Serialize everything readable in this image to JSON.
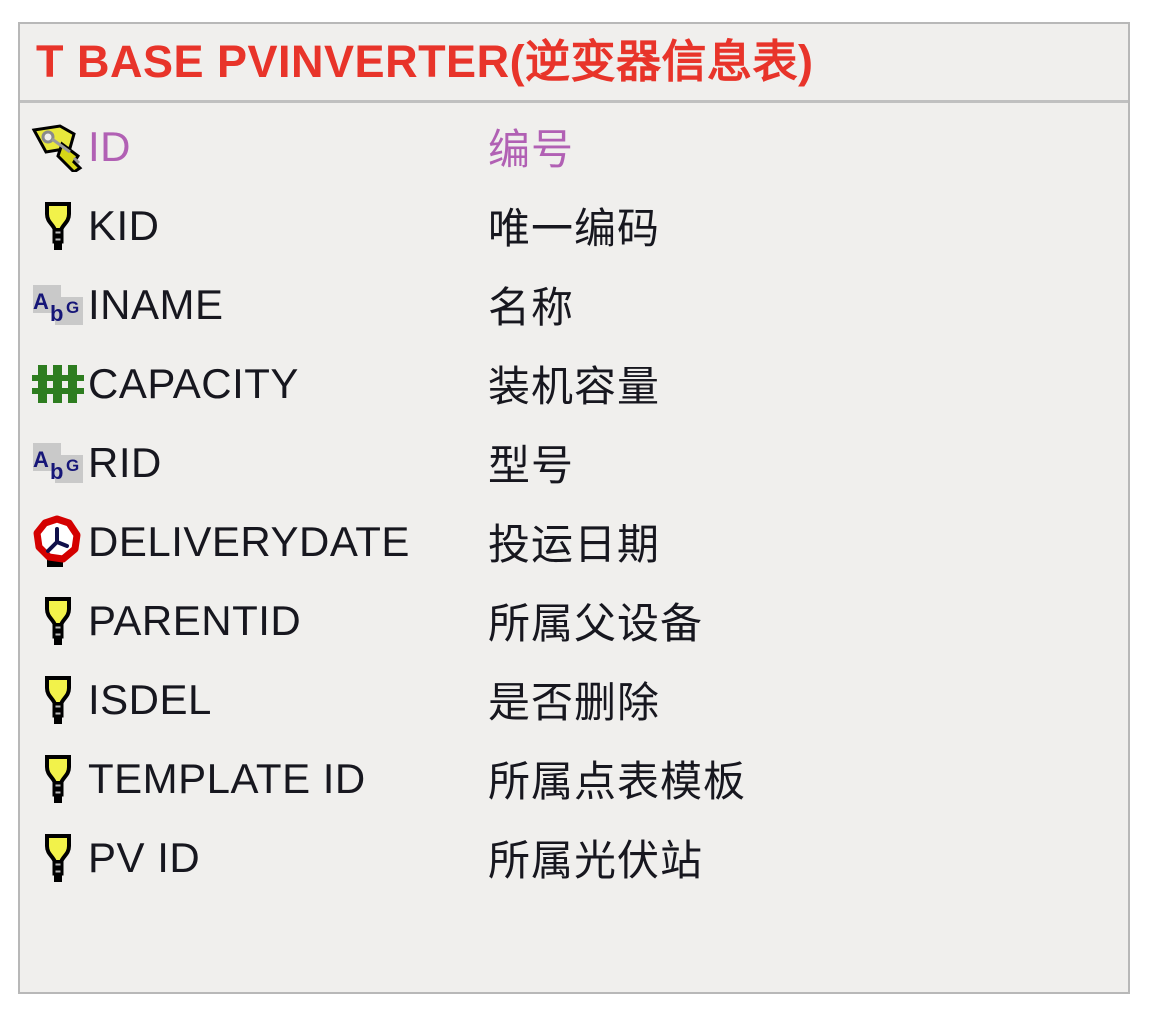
{
  "table": {
    "title": "T BASE PVINVERTER(逆变器信息表)",
    "title_color": "#e8342a",
    "background_color": "#f0efed",
    "border_color": "#b8b8b8",
    "primary_key_color": "#b160b4",
    "text_color": "#17171f",
    "fields": [
      {
        "icon": "key-icon",
        "name": "ID",
        "description": "编号",
        "primary_key": true
      },
      {
        "icon": "bulb-icon",
        "name": "KID",
        "description": "唯一编码",
        "primary_key": false
      },
      {
        "icon": "abc-icon",
        "name": "INAME",
        "description": "名称",
        "primary_key": false
      },
      {
        "icon": "number-icon",
        "name": "CAPACITY",
        "description": "装机容量",
        "primary_key": false
      },
      {
        "icon": "abc-icon",
        "name": "RID",
        "description": "型号",
        "primary_key": false
      },
      {
        "icon": "clock-icon",
        "name": "DELIVERYDATE",
        "description": "投运日期",
        "primary_key": false
      },
      {
        "icon": "bulb-icon",
        "name": "PARENTID",
        "description": "所属父设备",
        "primary_key": false
      },
      {
        "icon": "bulb-icon",
        "name": "ISDEL",
        "description": "是否删除",
        "primary_key": false
      },
      {
        "icon": "bulb-icon",
        "name": "TEMPLATE ID",
        "description": "所属点表模板",
        "primary_key": false
      },
      {
        "icon": "bulb-icon",
        "name": "PV ID",
        "description": "所属光伏站",
        "primary_key": false
      }
    ]
  }
}
